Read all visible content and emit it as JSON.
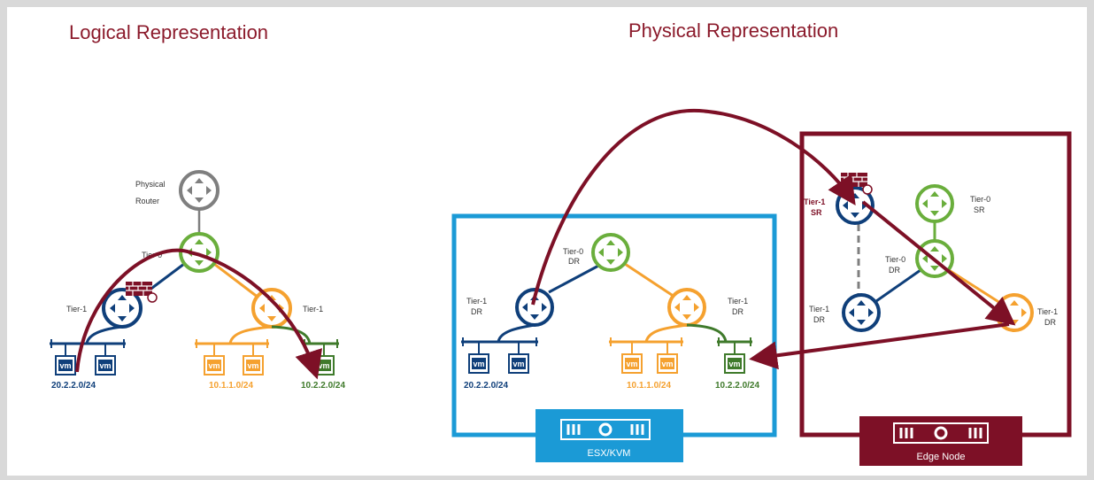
{
  "titles": {
    "logical": "Logical Representation",
    "physical": "Physical Representation"
  },
  "colors": {
    "title": "#8b1a2b",
    "maroon": "#7d1026",
    "blue": "#0f3f7a",
    "green": "#6aae3c",
    "orange": "#f5a12f",
    "darkgreen": "#3f7a2b",
    "gray": "#7f7f7f",
    "esx_blue": "#1b9ad6",
    "label": "#333333"
  },
  "logical": {
    "physical_router_line1": "Physical",
    "physical_router_line2": "Router",
    "tier0": "Tier-0",
    "tier1_left": "Tier-1",
    "tier1_right": "Tier-1",
    "vm": "vm",
    "subnet_blue": "20.2.2.0/24",
    "subnet_orange": "10.1.1.0/24",
    "subnet_green": "10.2.2.0/24"
  },
  "physical": {
    "tier0_dr_line1": "Tier-0",
    "tier0_dr_line2": "DR",
    "tier1_dr_left_line1": "Tier-1",
    "tier1_dr_left_line2": "DR",
    "tier1_dr_right_line1": "Tier-1",
    "tier1_dr_right_line2": "DR",
    "vm": "vm",
    "subnet_blue": "20.2.2.0/24",
    "subnet_orange": "10.1.1.0/24",
    "subnet_green": "10.2.2.0/24",
    "esx_label": "ESX/KVM",
    "edge_label": "Edge Node",
    "edge_tier1_sr_line1": "Tier-1",
    "edge_tier1_sr_line2": "SR",
    "edge_tier0_sr_line1": "Tier-0",
    "edge_tier0_sr_line2": "SR",
    "edge_tier0_dr_line1": "Tier-0",
    "edge_tier0_dr_line2": "DR",
    "edge_tier1_dr_line1": "Tier-1",
    "edge_tier1_dr_line2": "DR",
    "edge_tier1_dr_right_line1": "Tier-1",
    "edge_tier1_dr_right_line2": "DR"
  }
}
